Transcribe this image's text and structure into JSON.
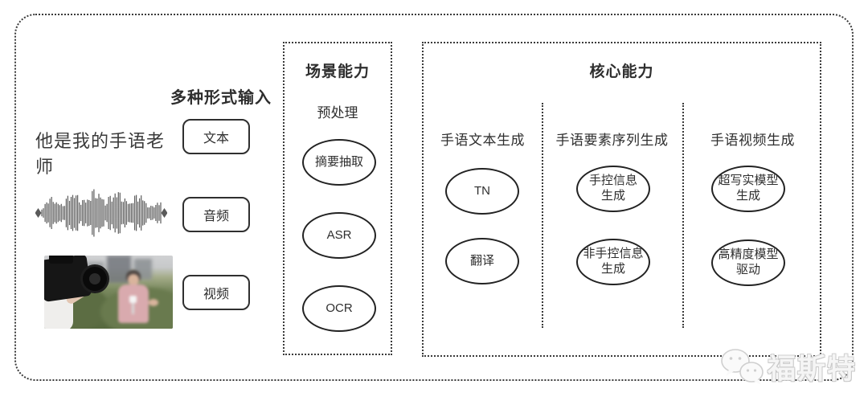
{
  "colors": {
    "ink": "#2e2e2e",
    "border_dot": "#3a3a3a",
    "watermark_gray": "#cccccc",
    "background": "#ffffff"
  },
  "input_section": {
    "label": "多种形式输入",
    "sentence": "他是我的手语老师",
    "items": [
      {
        "label": "文本"
      },
      {
        "label": "音频"
      },
      {
        "label": "视频"
      }
    ],
    "media": {
      "waveform_icon": "audio-waveform",
      "video_thumbnail": "reporter-filmed-by-camera"
    }
  },
  "scene_box": {
    "title": "场景能力",
    "subtitle": "预处理",
    "nodes": [
      "摘要抽取",
      "ASR",
      "OCR"
    ]
  },
  "core_box": {
    "title": "核心能力",
    "columns": [
      {
        "header": "手语文本生成",
        "nodes": [
          "TN",
          "翻译"
        ]
      },
      {
        "header": "手语要素序列生成",
        "nodes": [
          "手控信息\n生成",
          "非手控信息\n生成"
        ]
      },
      {
        "header": "手语视频生成",
        "nodes": [
          "超写实模型\n生成",
          "高精度模型\n驱动"
        ]
      }
    ]
  },
  "watermark": {
    "icon": "wechat-icon",
    "text": "福斯特"
  }
}
